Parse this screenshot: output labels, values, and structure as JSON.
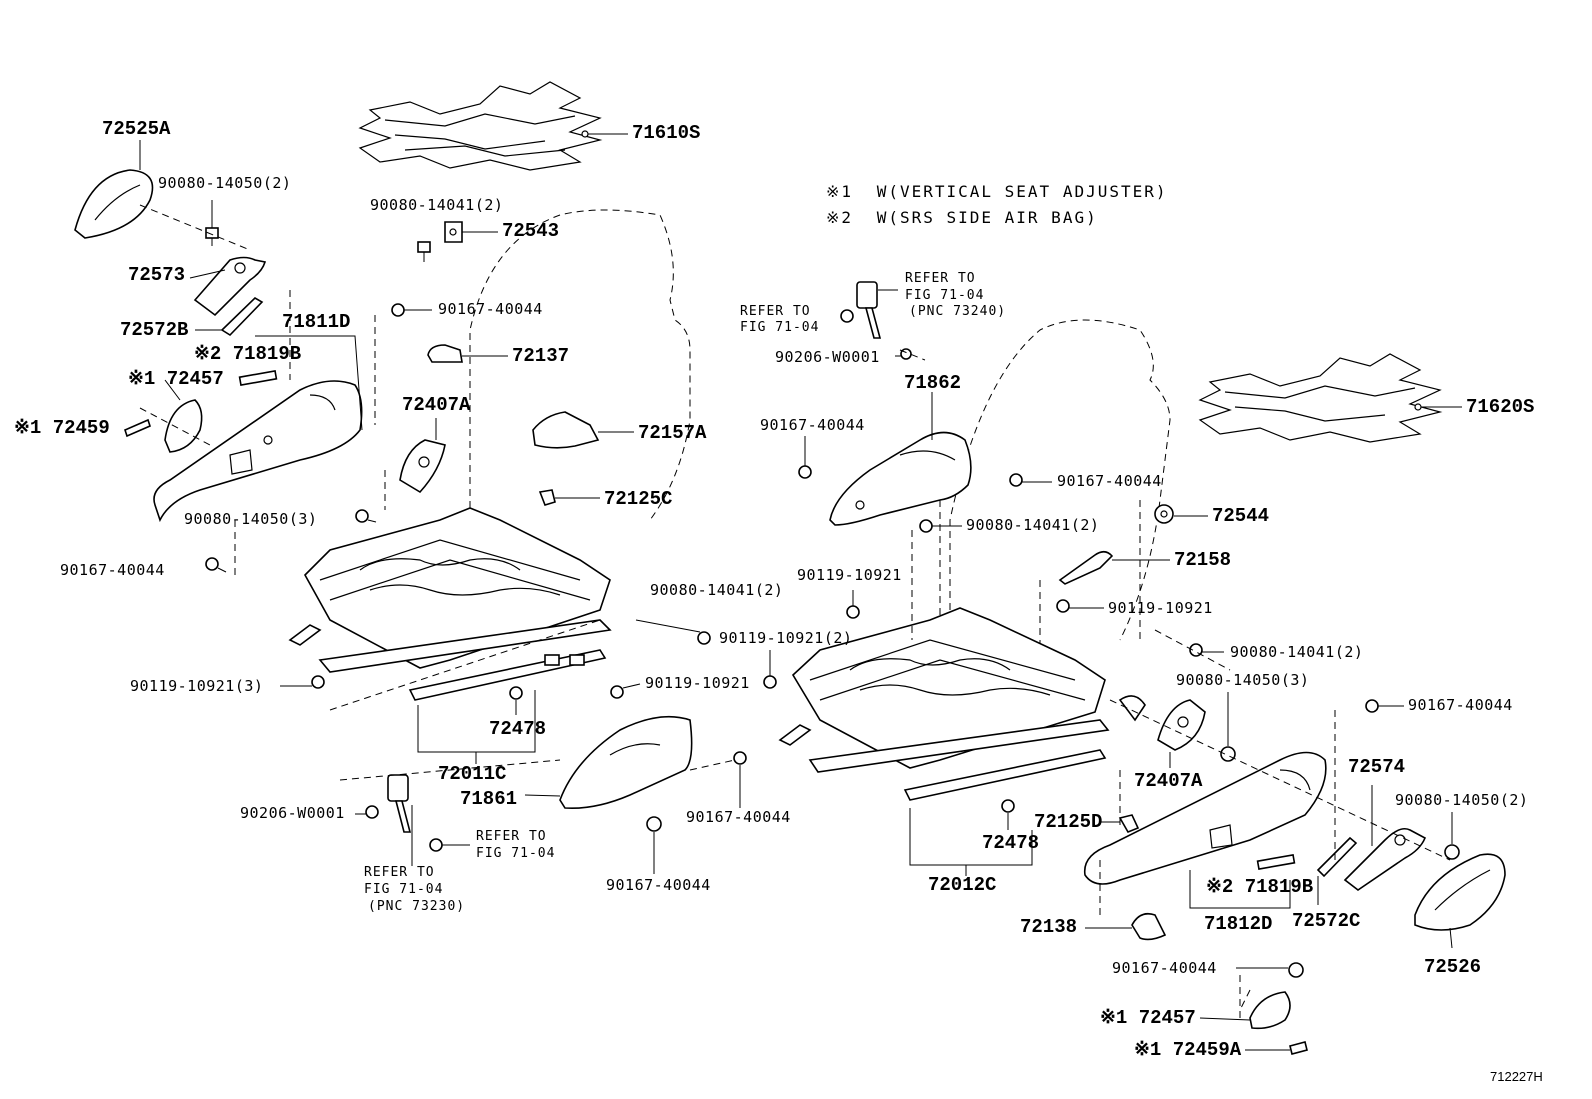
{
  "legend": [
    {
      "mark": "※1",
      "text": "W(VERTICAL SEAT ADJUSTER)"
    },
    {
      "mark": "※2",
      "text": "W(SRS SIDE AIR BAG)"
    }
  ],
  "figure_code": "712227H",
  "labels": {
    "p72525A": "72525A",
    "p71610S": "71610S",
    "p90080_14050_2_top": "90080-14050(2)",
    "p90080_14041_2_top": "90080-14041(2)",
    "p72543": "72543",
    "p72573": "72573",
    "p90167_40044_top": "90167-40044",
    "p72572B": "72572B",
    "p71811D": "71811D",
    "p71819B_left": "※2 71819B",
    "p72137": "72137",
    "p72457_left": "※1 72457",
    "p72407A_left": "72407A",
    "p72459_left": "※1 72459",
    "p72157A": "72157A",
    "p72125C": "72125C",
    "p90080_14050_3_left": "90080-14050(3)",
    "p90167_40044_left": "90167-40044",
    "p90080_14041_2_mid": "90080-14041(2)",
    "p90119_10921_2": "90119-10921(2)",
    "p90119_10921_3": "90119-10921(3)",
    "p90119_10921_mid": "90119-10921",
    "p72478_left": "72478",
    "p72011C": "72011C",
    "p71861": "71861",
    "p90167_40044_mid": "90167-40044",
    "p90206_W0001_left": "90206-W0001",
    "refer_left_a_1": "REFER TO",
    "refer_left_a_2": "FIG 71-04",
    "refer_left_b_1": "REFER TO",
    "refer_left_b_2": "FIG 71-04",
    "refer_left_b_3": "(PNC 73230)",
    "p90167_40044_bot": "90167-40044",
    "refer_right_a_1": "REFER TO",
    "refer_right_a_2": "FIG 71-04",
    "refer_right_a_3": "(PNC 73240)",
    "refer_right_b_1": "REFER TO",
    "refer_right_b_2": "FIG 71-04",
    "p90206_W0001_right": "90206-W0001",
    "p71862": "71862",
    "p71620S": "71620S",
    "p90167_40044_r1": "90167-40044",
    "p90167_40044_r2": "90167-40044",
    "p90080_14041_2_r": "90080-14041(2)",
    "p72544": "72544",
    "p72158": "72158",
    "p90119_10921_r1": "90119-10921",
    "p90119_10921_r2": "90119-10921",
    "p90080_14041_2_r2": "90080-14041(2)",
    "p90080_14050_3_r": "90080-14050(3)",
    "p90167_40044_r3": "90167-40044",
    "p72407A_right": "72407A",
    "p72574": "72574",
    "p90080_14050_2_r": "90080-14050(2)",
    "p72125D": "72125D",
    "p72478_right": "72478",
    "p72012C": "72012C",
    "p71819B_right": "※2 71819B",
    "p72138": "72138",
    "p71812D": "71812D",
    "p72572C": "72572C",
    "p72526": "72526",
    "p90167_40044_r4": "90167-40044",
    "p72457_right": "※1 72457",
    "p72459A_right": "※1 72459A"
  }
}
